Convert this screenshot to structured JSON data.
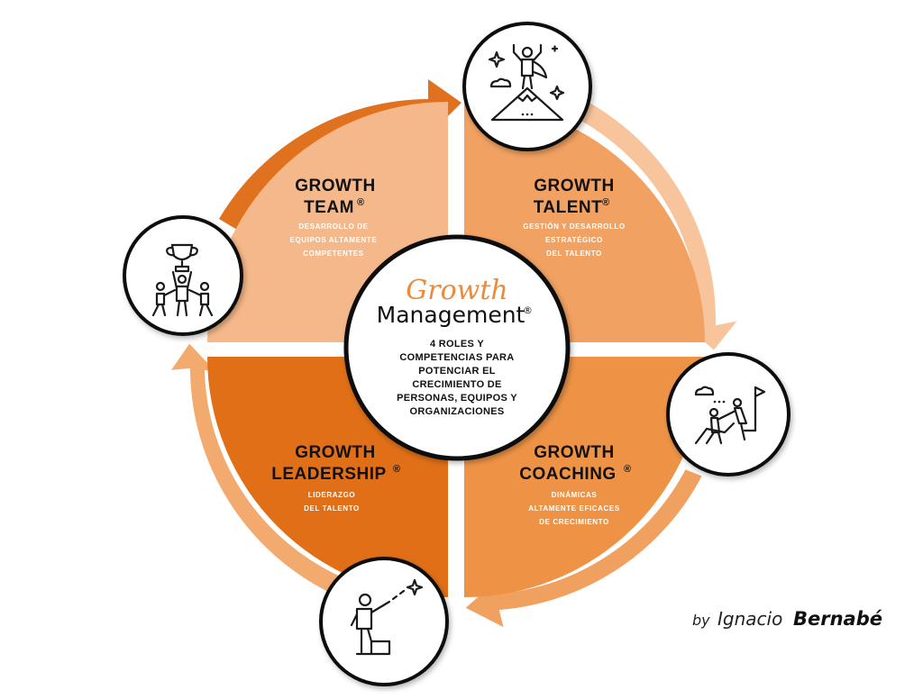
{
  "center": {
    "title_line1": "Growth",
    "title_line2": "Management",
    "registered": "®",
    "description": [
      "4 ROLES Y",
      "COMPETENCIAS PARA",
      "POTENCIAR EL",
      "CRECIMIENTO DE",
      "PERSONAS, EQUIPOS Y",
      "ORGANIZACIONES"
    ]
  },
  "quadrants": {
    "team": {
      "title1": "GROWTH",
      "title2": "TEAM",
      "reg": "®",
      "subtitle": [
        "DESARROLLO  DE",
        "EQUIPOS  ALTAMENTE",
        "COMPETENTES"
      ],
      "color": "#f5b88a",
      "icon": "trophy-team-icon"
    },
    "talent": {
      "title1": "GROWTH",
      "title2": "TALENT",
      "reg": "®",
      "subtitle": [
        "GESTIÓN  Y DESARROLLO",
        "ESTRATÉGICO",
        "DEL TALENTO"
      ],
      "color": "#f1a161",
      "icon": "summit-hero-icon"
    },
    "coaching": {
      "title1": "GROWTH",
      "title2": "COACHING",
      "reg": "®",
      "subtitle": [
        "DINÁMICAS",
        "ALTAMENTE  EFICACES",
        "DE CRECIMIENTO"
      ],
      "color": "#ee9346",
      "icon": "climbing-help-icon"
    },
    "leadership": {
      "title1": "GROWTH",
      "title2": "LEADERSHIP",
      "reg": "®",
      "subtitle": [
        "LIDERAZGO",
        "DEL TALENTO"
      ],
      "color": "#e06f17",
      "icon": "pointing-star-icon"
    }
  },
  "byline": {
    "by": "by",
    "first": "Ignacio",
    "last": "Bernabé"
  },
  "colors": {
    "arrow_top_left": "#e0721f",
    "arrow_top_right": "#f7c49c",
    "arrow_bottom_right": "#f0a15f",
    "arrow_bottom_left": "#f2aa6e",
    "circle_border": "#111111"
  }
}
